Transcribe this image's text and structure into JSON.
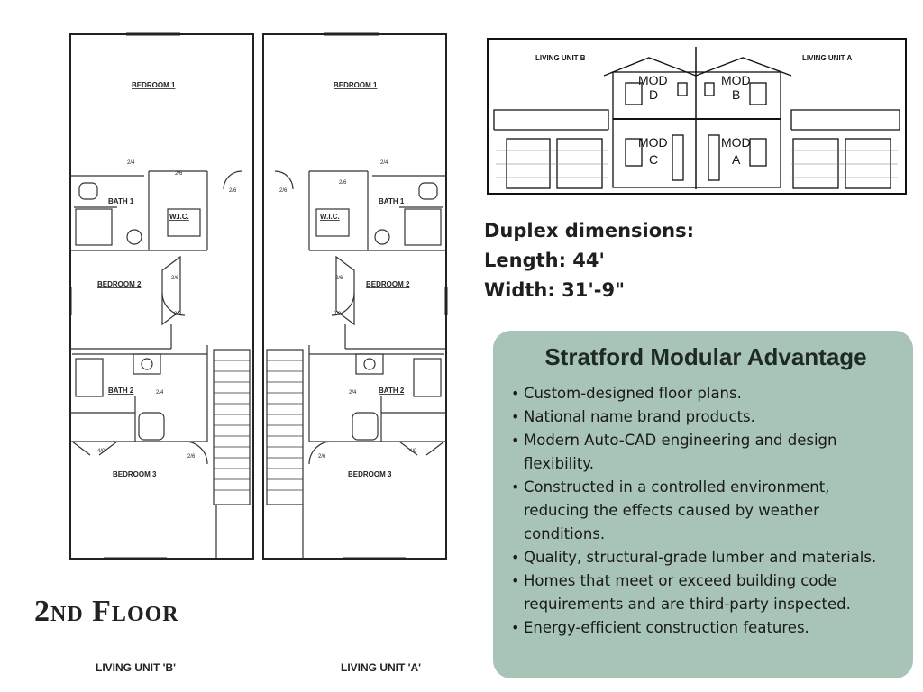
{
  "floor_plan": {
    "title": "2nd Floor",
    "units": [
      {
        "label": "LIVING UNIT 'B'"
      },
      {
        "label": "LIVING UNIT 'A'"
      }
    ],
    "rooms": {
      "bedroom1": "BEDROOM 1",
      "bedroom2": "BEDROOM 2",
      "bedroom3": "BEDROOM 3",
      "bath1": "BATH 1",
      "bath2": "BATH 2",
      "wic": "W.I.C."
    },
    "door_sizes": {
      "d24": "2/4",
      "d26": "2/6",
      "d28": "2/8",
      "d40": "4/0"
    }
  },
  "elevation": {
    "unit_b": "LIVING UNIT B",
    "unit_a": "LIVING UNIT A",
    "mods": {
      "d": [
        "MOD",
        "D"
      ],
      "b": [
        "MOD",
        "B"
      ],
      "c": [
        "MOD",
        "C"
      ],
      "a": [
        "MOD",
        "A"
      ]
    }
  },
  "dimensions": {
    "heading": "Duplex dimensions:",
    "length": "Length: 44'",
    "width": "Width: 31'-9\""
  },
  "advantage": {
    "title": "Stratford Modular Advantage",
    "bullets": [
      "Custom-designed floor plans.",
      "National name brand products.",
      "Modern Auto-CAD engineering and design flexibility.",
      "Constructed in a controlled environment, reducing the effects caused by weather conditions.",
      "Quality, structural-grade lumber and materials.",
      "Homes that meet or exceed building code requirements and are third-party inspected.",
      "Energy-efficient construction features."
    ],
    "colors": {
      "card_bg": "#a7c4b7"
    }
  }
}
